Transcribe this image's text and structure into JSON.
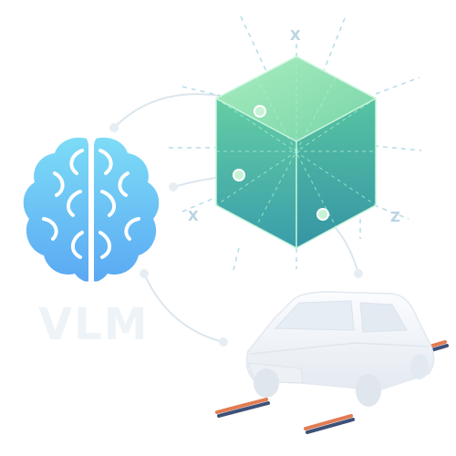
{
  "brand": {
    "label": "VLM"
  },
  "axes": {
    "x_top": "X",
    "x_left": "X",
    "z": "Z"
  },
  "icons": {
    "brain": "brain-icon",
    "cube": "3d-cube-icon",
    "car": "car-icon"
  },
  "colors": {
    "brain_top": "#7ddcf6",
    "brain_bottom": "#58aef4",
    "cube_top": "#8fe3b0",
    "cube_front": "#3ea9a3",
    "cube_side": "#2f9fa7",
    "car_body": "#f3f6fa",
    "connector": "#d6e2ea",
    "road_stripe_a": "#e07a4d",
    "road_stripe_b": "#3b4f7a"
  }
}
